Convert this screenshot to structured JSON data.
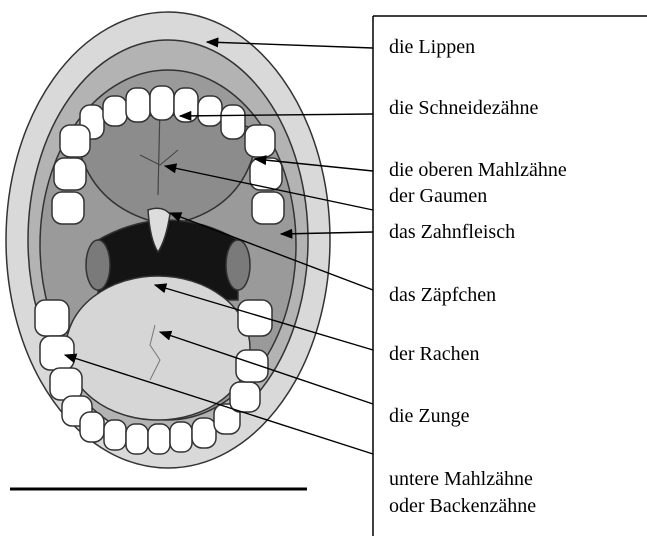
{
  "labels": {
    "lippen": "die Lippen",
    "schneidezaehne": "die Schneidezähne",
    "obere_mahlzaehne": "die oberen Mahlzähne",
    "gaumen": "der Gaumen",
    "zahnfleisch": "das Zahnfleisch",
    "zaepfchen": "das Zäpfchen",
    "rachen": "der Rachen",
    "zunge": "die Zunge",
    "untere_mahlzaehne_1": "untere Mahlzähne",
    "untere_mahlzaehne_2": "oder Backenzähne"
  },
  "colors": {
    "outer_lips": "#d9d9d9",
    "inner_lips": "#b3b3b3",
    "gums": "#9a9a9a",
    "palate": "#8c8c8c",
    "throat": "#141414",
    "tongue": "#d6d6d6",
    "teeth": "#ffffff"
  }
}
